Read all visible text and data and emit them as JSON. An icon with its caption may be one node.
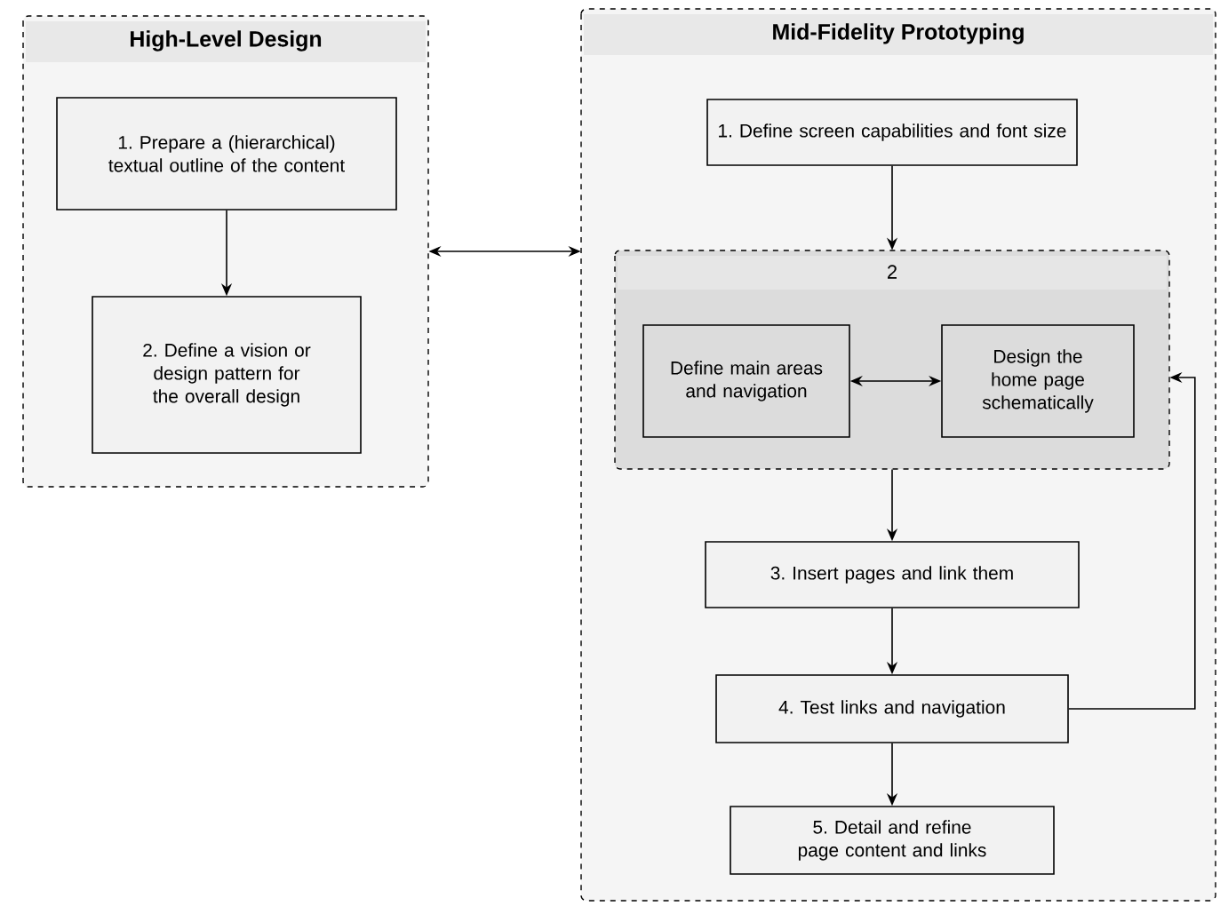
{
  "diagram": {
    "nodes": [
      {
        "text": [
          "High-Level Design"
        ]
      },
      {
        "text": [
          "1. Prepare a (hierarchical) textual outline of the content"
        ],
        "in": 0
      },
      {
        "text": [
          "2. Define a vision or design pattern for the overall design"
        ],
        "in": 0
      },
      {
        "text": [
          "Mid-Fidelity Prototyping"
        ]
      },
      {
        "text": [
          "1. Define screen capabilities and font size"
        ],
        "in": 3
      },
      {
        "text": [
          "2"
        ],
        "in": 3
      },
      {
        "text": [
          "Define main areas and navigation"
        ],
        "in": 5
      },
      {
        "text": [
          "Design the home page schematically"
        ],
        "in": 5
      },
      {
        "text": [
          "3. Insert pages and link them"
        ],
        "in": 3
      },
      {
        "text": [
          "4. Test links and navigation"
        ],
        "in": 3
      },
      {
        "text": [
          "5. Detail and refine page content and links"
        ],
        "in": 3
      }
    ],
    "edges": [
      {
        "from": 1,
        "to": 2,
        "arrow": "to"
      },
      {
        "from": 0,
        "to": 3,
        "arrow": "both"
      },
      {
        "from": 4,
        "to": 5,
        "arrow": "to"
      },
      {
        "from": 6,
        "to": 7,
        "arrow": "both"
      },
      {
        "from": 5,
        "to": 8,
        "arrow": "to"
      },
      {
        "from": 8,
        "to": 9,
        "arrow": "to"
      },
      {
        "from": 9,
        "to": 5,
        "arrow": "to"
      },
      {
        "from": 9,
        "to": 10,
        "arrow": "to"
      }
    ]
  }
}
